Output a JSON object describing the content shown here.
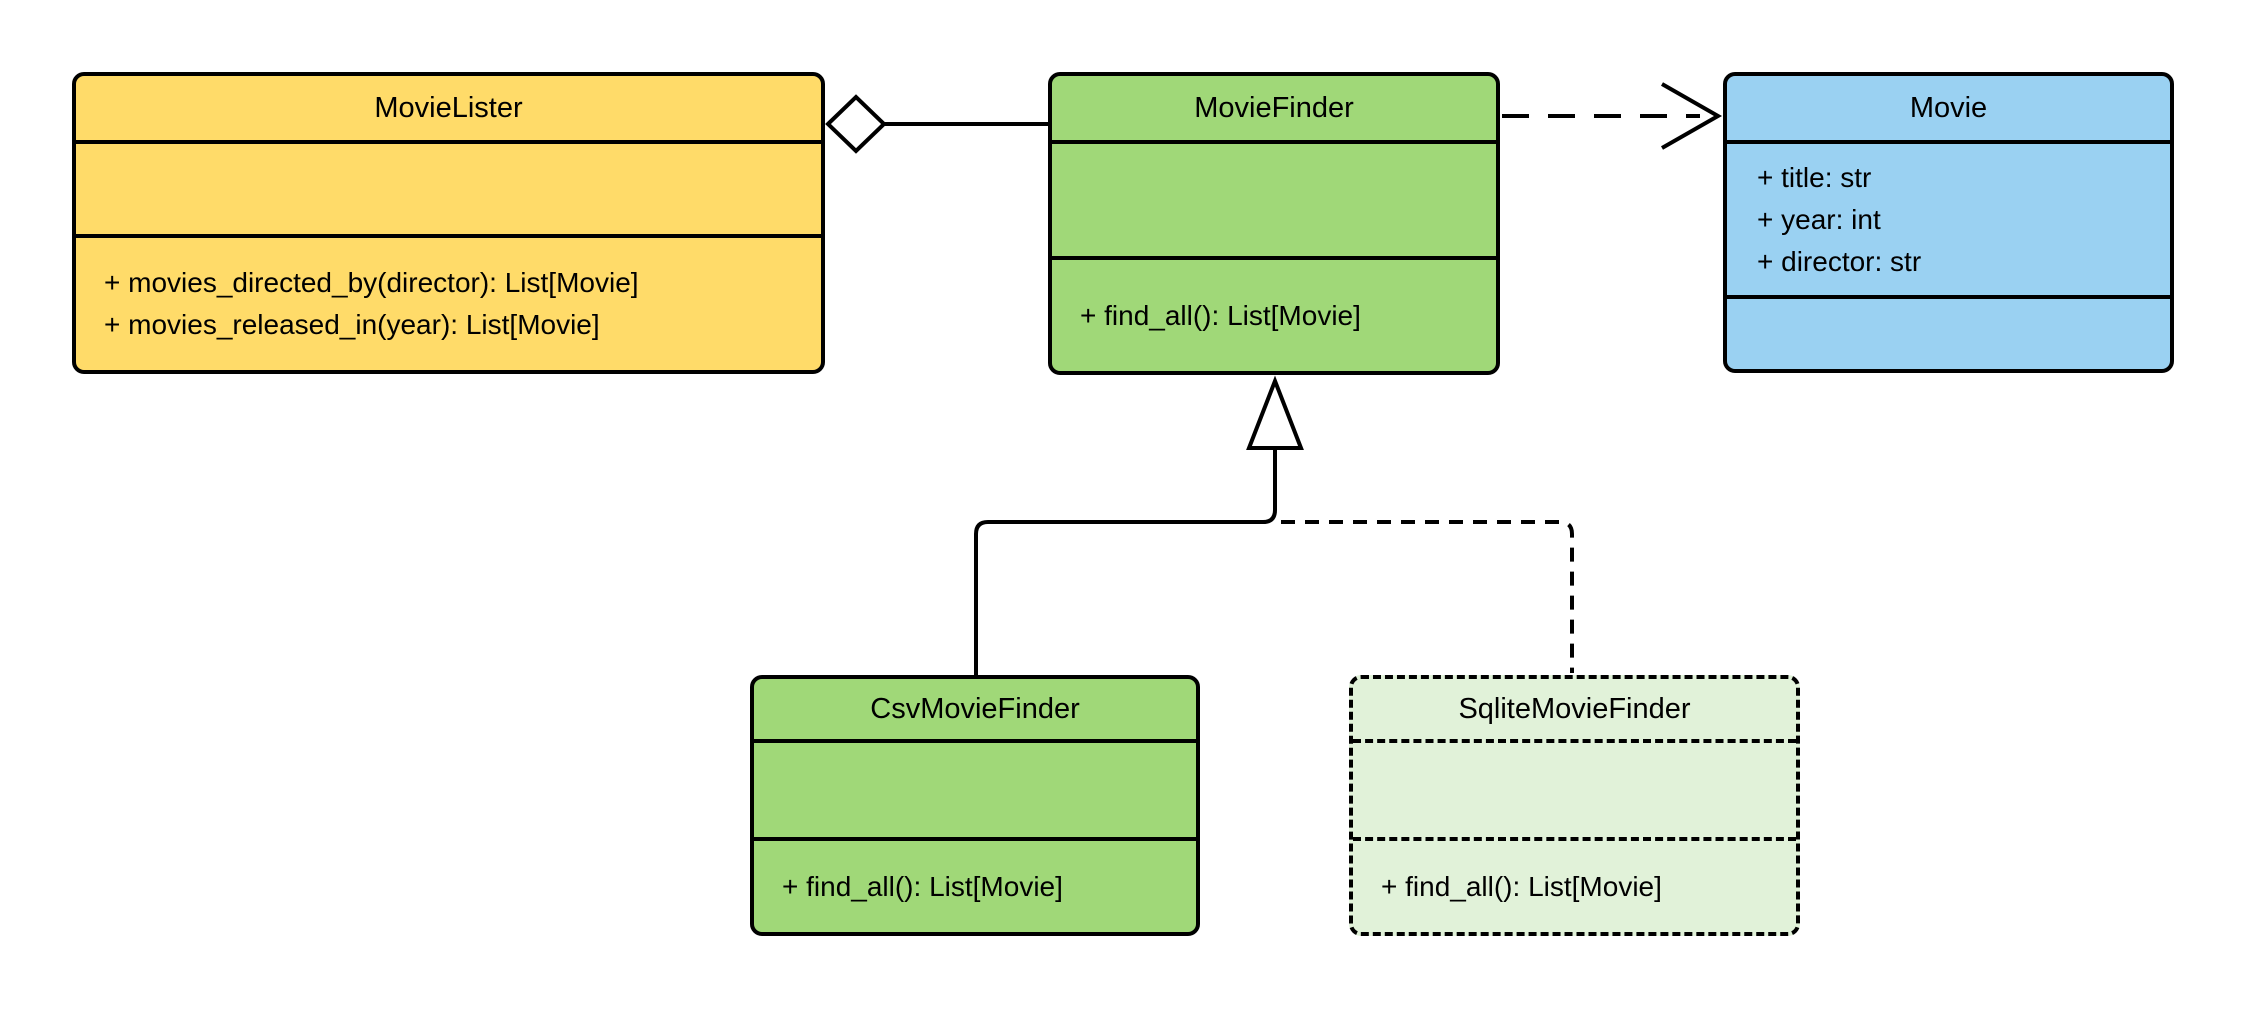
{
  "diagram": {
    "kind": "uml-class-diagram",
    "background": "#FFFFFF",
    "stroke_color": "#000000"
  },
  "colors": {
    "yellow_fill": "#FFDB69",
    "green_fill": "#A0D878",
    "blue_fill": "#9AD1F2",
    "light_green_fill": "#E1F2D9"
  },
  "classes": {
    "movie_lister": {
      "name": "MovieLister",
      "fill": "#FFDB69",
      "border": "solid",
      "attributes": [],
      "methods": [
        "+ movies_directed_by(director): List[Movie]",
        "+ movies_released_in(year): List[Movie]"
      ]
    },
    "movie_finder": {
      "name": "MovieFinder",
      "fill": "#A0D878",
      "border": "solid",
      "attributes": [],
      "methods": [
        "+ find_all(): List[Movie]"
      ]
    },
    "movie": {
      "name": "Movie",
      "fill": "#9AD1F2",
      "border": "solid",
      "attributes": [
        "+ title: str",
        "+ year: int",
        "+ director: str"
      ],
      "methods": []
    },
    "csv_movie_finder": {
      "name": "CsvMovieFinder",
      "fill": "#A0D878",
      "border": "solid",
      "attributes": [],
      "methods": [
        "+ find_all(): List[Movie]"
      ]
    },
    "sqlite_movie_finder": {
      "name": "SqliteMovieFinder",
      "fill": "#E1F2D9",
      "border": "dashed",
      "attributes": [],
      "methods": [
        "+ find_all(): List[Movie]"
      ]
    }
  },
  "relationships": [
    {
      "type": "aggregation",
      "from": "MovieLister",
      "to": "MovieFinder",
      "line": "solid",
      "marker": "hollow-diamond"
    },
    {
      "type": "dependency",
      "from": "MovieFinder",
      "to": "Movie",
      "line": "dashed",
      "marker": "open-arrow"
    },
    {
      "type": "inheritance",
      "from": "CsvMovieFinder",
      "to": "MovieFinder",
      "line": "solid",
      "marker": "hollow-triangle"
    },
    {
      "type": "inheritance",
      "from": "SqliteMovieFinder",
      "to": "MovieFinder",
      "line": "dashed",
      "marker": "hollow-triangle"
    }
  ]
}
